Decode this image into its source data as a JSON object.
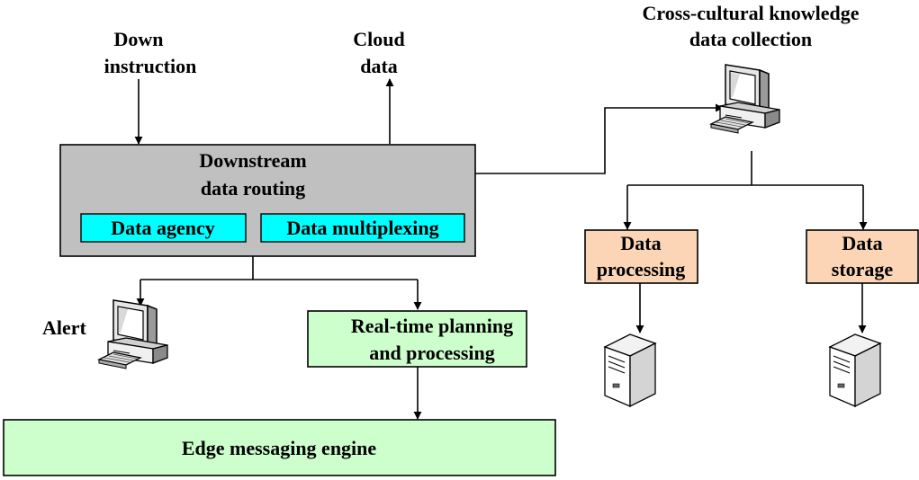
{
  "labels": {
    "down_instruction": [
      "Down",
      "instruction"
    ],
    "cloud_data": [
      "Cloud",
      "data"
    ],
    "cross_cultural": [
      "Cross-cultural knowledge",
      "data collection"
    ],
    "alert": "Alert"
  },
  "boxes": {
    "downstream": [
      "Downstream",
      "data routing"
    ],
    "data_agency": "Data agency",
    "data_multiplexing": "Data multiplexing",
    "data_processing": [
      "Data",
      "processing"
    ],
    "data_storage": [
      "Data",
      "storage"
    ],
    "realtime": [
      "Real-time planning",
      "and processing"
    ],
    "edge_engine": "Edge messaging engine"
  },
  "colors": {
    "downstream_fill": "#c0c0c0",
    "cyan_fill": "#00ffff",
    "orange_fill": "#fbd5b5",
    "green_fill": "#ccffcc",
    "stroke": "#000000"
  },
  "icons": [
    "computer-icon",
    "server-icon"
  ]
}
